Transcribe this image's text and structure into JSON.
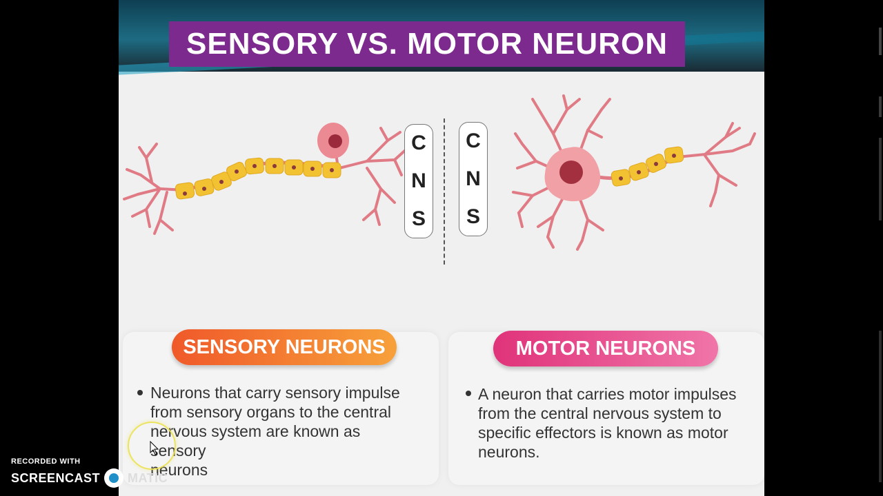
{
  "slide": {
    "title": "SENSORY VS. MOTOR NEURON"
  },
  "cns_left": {
    "letters": [
      "C",
      "N",
      "S"
    ]
  },
  "cns_right": {
    "letters": [
      "C",
      "N",
      "S"
    ]
  },
  "sensory": {
    "label": "SENSORY NEURONS",
    "lines": [
      "Neurons that carry sensory impulse",
      "from sensory organs to the central",
      "nervous system are known as sensory",
      "neurons"
    ]
  },
  "motor": {
    "label": "MOTOR NEURONS",
    "lines": [
      "A neuron that carries motor impulses",
      "from the central nervous system to",
      "specific effectors is known as motor",
      "neurons."
    ]
  },
  "watermark": {
    "recorded_with": "RECORDED WITH",
    "brand_left": "SCREENCAST",
    "brand_right": "MATIC"
  },
  "colors": {
    "title_banner": "#7d2a8e",
    "sensory_pill": "#f0592a",
    "motor_pill": "#e0337a",
    "neuron_pink": "#e07b85",
    "myelin_yellow": "#f2c233"
  },
  "icons": {
    "cursor": "mouse-pointer-icon",
    "watermark_logo": "screencast-o-matic-logo-icon"
  }
}
